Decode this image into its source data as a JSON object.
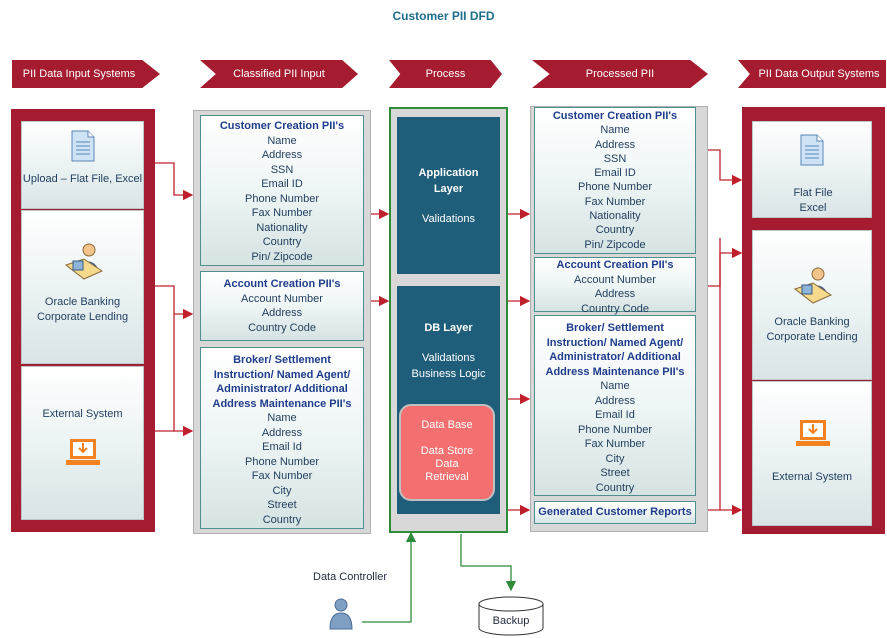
{
  "title": "Customer PII DFD",
  "headers": [
    "PII Data Input Systems",
    "Classified PII Input",
    "Process",
    "Processed PII",
    "PII Data Output Systems"
  ],
  "input_systems": [
    "Upload – Flat File, Excel",
    "Oracle Banking Corporate Lending",
    "External System"
  ],
  "classified_input": {
    "customer": {
      "heading": "Customer Creation PII's",
      "items": [
        "Name",
        "Address",
        "SSN",
        "Email ID",
        "Phone Number",
        "Fax Number",
        "Nationality",
        "Country",
        "Pin/ Zipcode"
      ]
    },
    "account": {
      "heading": "Account Creation PII's",
      "items": [
        "Account Number",
        "Address",
        "Country Code"
      ]
    },
    "broker": {
      "heading": "Broker/ Settlement Instruction/ Named Agent/ Administrator/ Additional Address Maintenance PII's",
      "items": [
        "Name",
        "Address",
        "Email Id",
        "Phone Number",
        "Fax Number",
        "City",
        "Street",
        "Country"
      ]
    }
  },
  "process": {
    "app_layer": {
      "heading": "Application Layer",
      "sub": "Validations"
    },
    "db_layer": {
      "heading": "DB Layer",
      "sub1": "Validations",
      "sub2": "Business Logic"
    },
    "database": {
      "l1": "Data Base",
      "l2": "Data Store",
      "l3": "Data",
      "l4": "Retrieval"
    }
  },
  "processed": {
    "customer": {
      "heading": "Customer Creation PII's",
      "items": [
        "Name",
        "Address",
        "SSN",
        "Email ID",
        "Phone Number",
        "Fax Number",
        "Nationality",
        "Country",
        "Pin/ Zipcode"
      ]
    },
    "account": {
      "heading": "Account Creation PII's",
      "items": [
        "Account Number",
        "Address",
        "Country Code"
      ]
    },
    "broker": {
      "heading": "Broker/ Settlement Instruction/ Named Agent/ Administrator/ Additional Address Maintenance PII's",
      "items": [
        "Name",
        "Address",
        "Email Id",
        "Phone Number",
        "Fax Number",
        "City",
        "Street",
        "Country"
      ]
    },
    "reports": "Generated Customer Reports"
  },
  "output_systems": [
    "Flat File Excel",
    "Oracle Banking Corporate Lending",
    "External System"
  ],
  "data_controller": "Data Controller",
  "backup": "Backup",
  "colors": {
    "red": "#a51c30",
    "teal": "#1f5e7a",
    "green": "#2e8b3a",
    "db": "#f47070"
  }
}
